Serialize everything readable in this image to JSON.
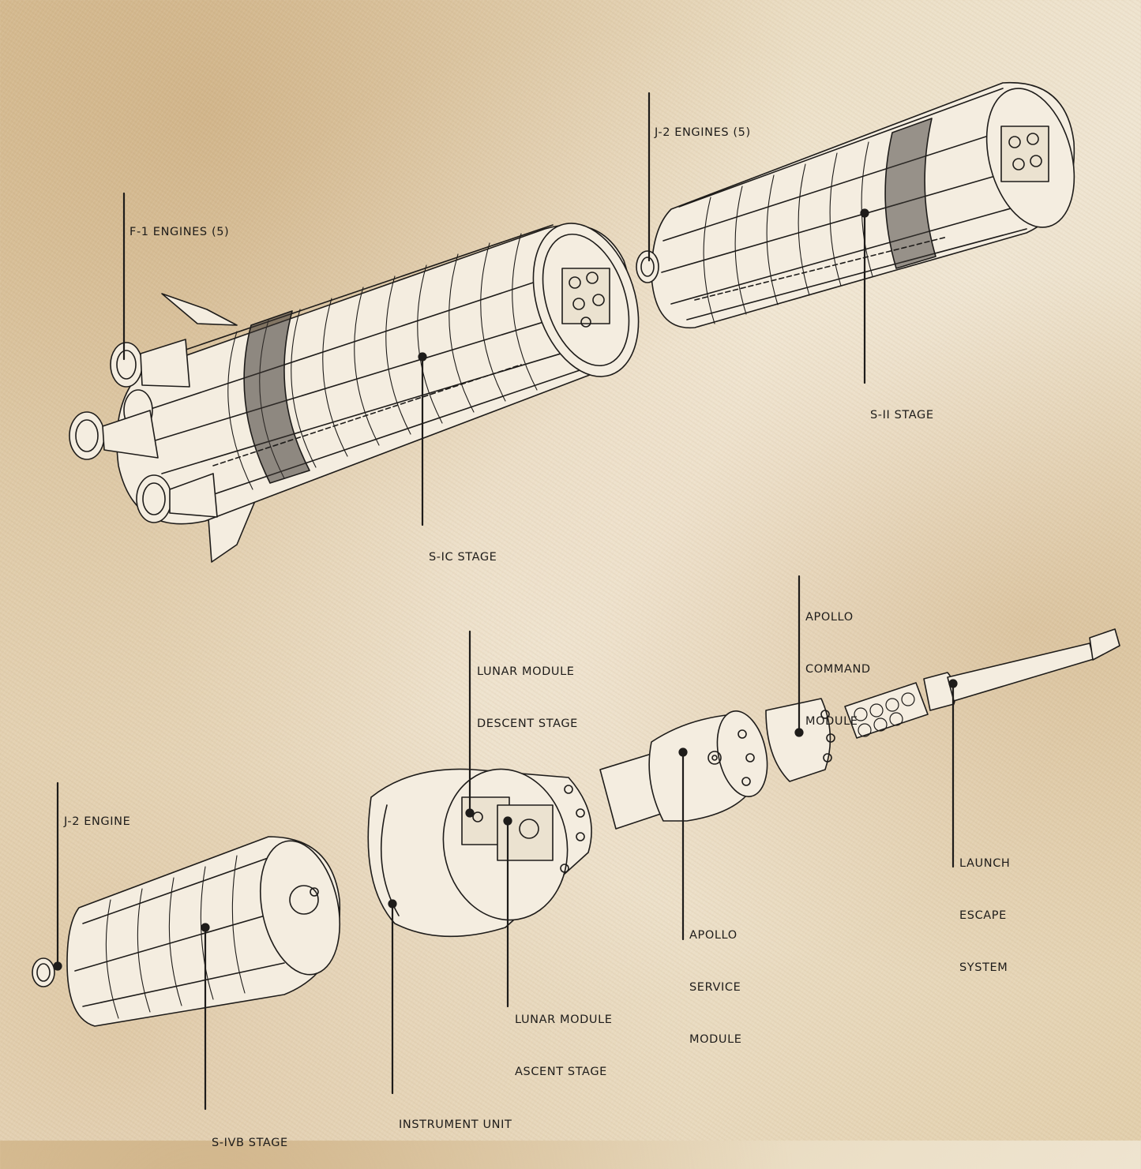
{
  "diagram": {
    "type": "exploded technical illustration",
    "subject": "Saturn V rocket model, separated into stages",
    "style": {
      "paper_color": "#e9dcc3",
      "ink_color": "#1e1c1a",
      "body_fill": "#f4ede0"
    },
    "rows": [
      {
        "id": "upper-row",
        "components": [
          "S-IC stage with F-1 engines",
          "S-II stage with J-2 engines"
        ]
      },
      {
        "id": "lower-row",
        "components": [
          "S-IVB stage",
          "Instrument unit / LM housing",
          "Apollo service module",
          "Apollo command module",
          "Launch escape system"
        ]
      }
    ],
    "callouts": [
      {
        "id": "f1-engines",
        "lines": [
          "F-1 ENGINES (5)"
        ]
      },
      {
        "id": "j2-engines",
        "lines": [
          "J-2 ENGINES (5)"
        ]
      },
      {
        "id": "s2-stage",
        "lines": [
          "S-II STAGE"
        ]
      },
      {
        "id": "s1c-stage",
        "lines": [
          "S-IC STAGE"
        ]
      },
      {
        "id": "apollo-cm",
        "lines": [
          "APOLLO",
          "COMMAND",
          "MODULE"
        ]
      },
      {
        "id": "lm-descent",
        "lines": [
          "LUNAR MODULE",
          "DESCENT STAGE"
        ]
      },
      {
        "id": "j2-engine",
        "lines": [
          "J-2 ENGINE"
        ]
      },
      {
        "id": "les",
        "lines": [
          "LAUNCH",
          "ESCAPE",
          "SYSTEM"
        ]
      },
      {
        "id": "apollo-sm",
        "lines": [
          "APOLLO",
          "SERVICE",
          "MODULE"
        ]
      },
      {
        "id": "lm-ascent",
        "lines": [
          "LUNAR MODULE",
          "ASCENT STAGE"
        ]
      },
      {
        "id": "instrument-unit",
        "lines": [
          "INSTRUMENT UNIT"
        ]
      },
      {
        "id": "s4b-stage",
        "lines": [
          "S-IVB STAGE"
        ]
      }
    ]
  }
}
